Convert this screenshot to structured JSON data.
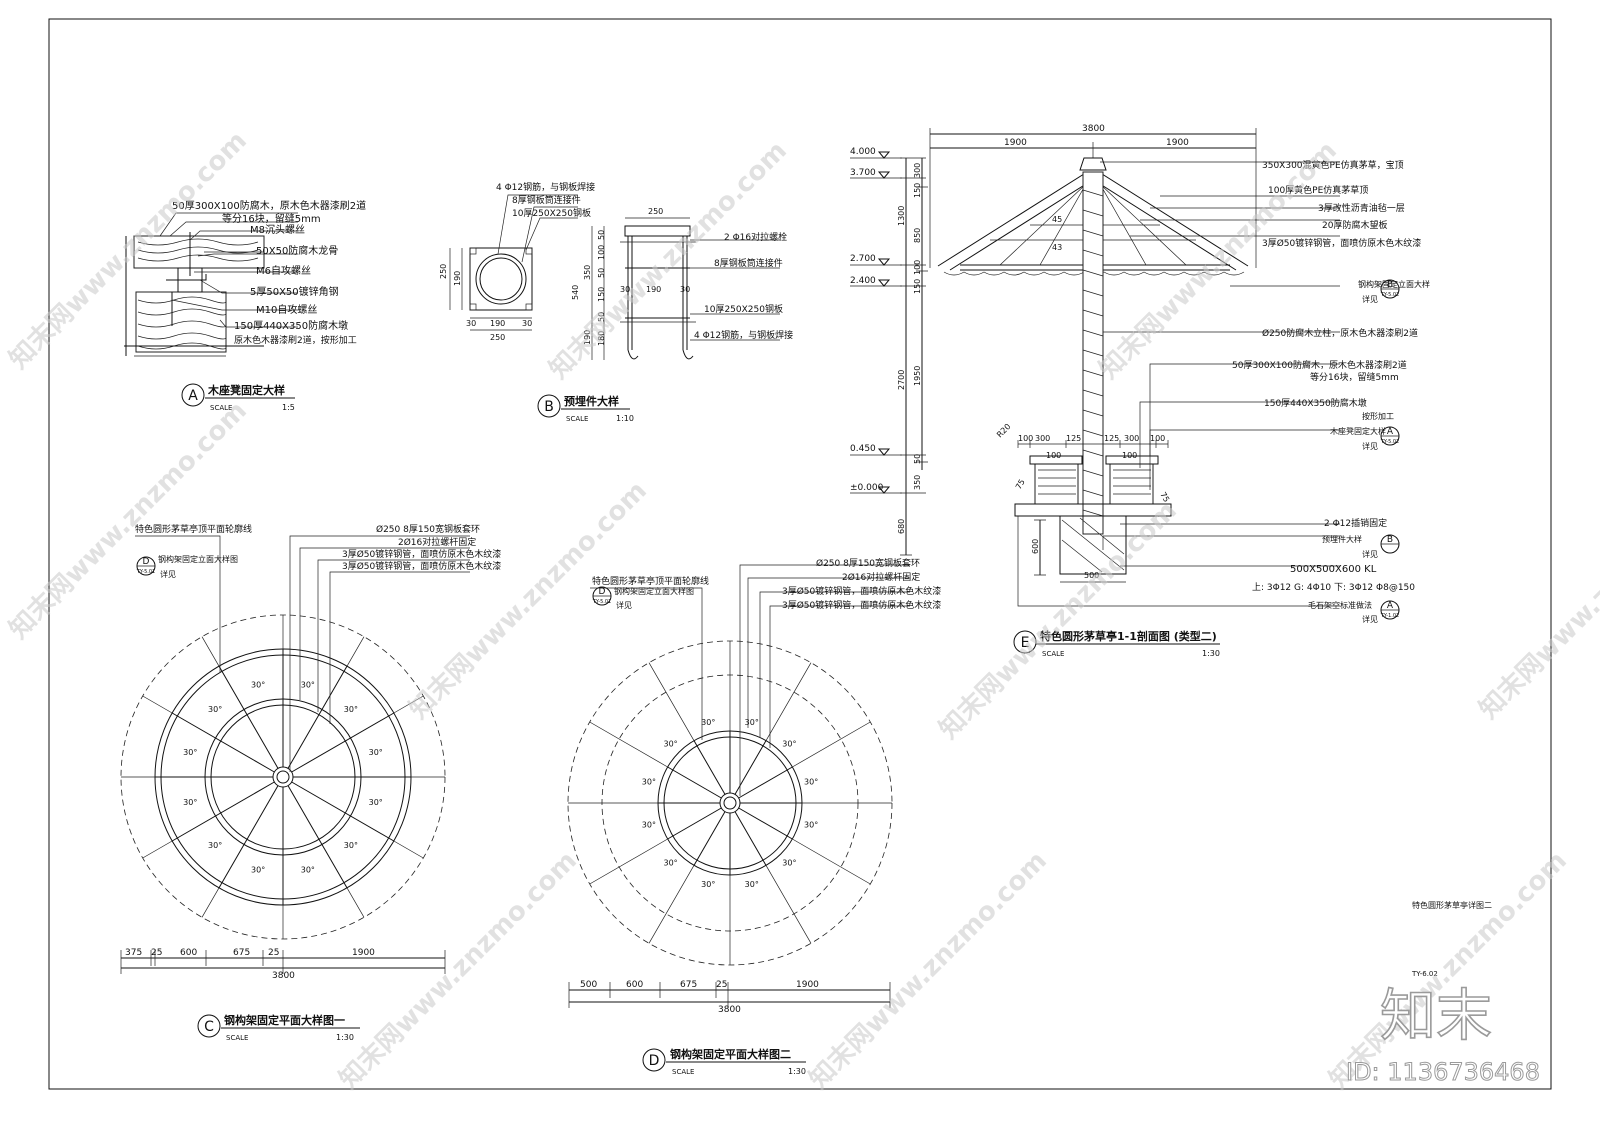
{
  "sheet": {
    "sheet_note": "特色圆形茅草亭详图二",
    "sheet_no": "TY-6.02",
    "site_logo": "知末",
    "image_id_label": "ID: 1136736468",
    "watermark_text": "知末网www.znzmo.com"
  },
  "detail_a": {
    "tag": "A",
    "title": "木座凳固定大样",
    "scale_label": "SCALE",
    "scale": "1:5",
    "notes": [
      "50厚300X100防腐木，原木色木器漆刷2道",
      "等分16块，留缝5mm",
      "M8沉头螺丝",
      "50X50防腐木龙骨",
      "M6自攻螺丝",
      "5厚50X50镀锌角钢",
      "M10自攻螺丝",
      "150厚440X350防腐木墩",
      "原木色木器漆刷2道，按形加工"
    ]
  },
  "detail_b": {
    "tag": "B",
    "title": "预埋件大样",
    "scale_label": "SCALE",
    "scale": "1:10",
    "plan_notes": [
      "4 Φ12钢筋，与钢板焊接",
      "8厚钢板筒连接件",
      "10厚250X250钢板"
    ],
    "plan_dims": [
      "250",
      "190",
      "30",
      "30",
      "190",
      "30",
      "250"
    ],
    "section_notes": [
      "2 Φ16对拉螺栓",
      "8厚钢板筒连接件",
      "10厚250X250钢板",
      "4 Φ12钢筋，与钢板焊接"
    ],
    "section_dims": [
      "250",
      "30",
      "190",
      "30",
      "350",
      "540",
      "190",
      "50",
      "100",
      "50",
      "150",
      "50",
      "180"
    ]
  },
  "detail_c": {
    "tag": "C",
    "title": "钢构架固定平面大样图一",
    "scale_label": "SCALE",
    "scale": "1:30",
    "notes": [
      "特色圆形茅草亭顶平面轮廓线",
      "钢构架固定立面大样图",
      "详见",
      "Ø250 8厚150宽钢板套环",
      "2Ø16对拉螺杆固定",
      "3厚Ø50镀锌钢管，面喷仿原木色木纹漆",
      "3厚Ø50镀锌钢管，面喷仿原木色木纹漆"
    ],
    "ref_tag": "D",
    "ref_sheet": "TY-5.01",
    "angle": "30°",
    "dims": [
      "375",
      "25",
      "600",
      "675",
      "25",
      "1900"
    ],
    "total": "3800"
  },
  "detail_d": {
    "tag": "D",
    "title": "钢构架固定平面大样图二",
    "scale_label": "SCALE",
    "scale": "1:30",
    "notes": [
      "特色圆形茅草亭顶平面轮廓线",
      "钢构架固定立面大样图",
      "详见",
      "Ø250 8厚150宽钢板套环",
      "2Ø16对拉螺杆固定",
      "3厚Ø50镀锌钢管，面喷仿原木色木纹漆",
      "3厚Ø50镀锌钢管，面喷仿原木色木纹漆"
    ],
    "ref_tag": "D",
    "ref_sheet": "TY-5.01",
    "angle": "30°",
    "dims": [
      "500",
      "600",
      "675",
      "25",
      "1900"
    ],
    "total": "3800"
  },
  "detail_e": {
    "tag": "E",
    "title": "特色圆形茅草亭1-1剖面图 (类型二)",
    "scale_label": "SCALE",
    "scale": "1:30",
    "top_dims": [
      "3800",
      "1900",
      "1900"
    ],
    "levels": [
      "4.000",
      "3.700",
      "2.700",
      "2.400",
      "0.450",
      "±0.000"
    ],
    "vert_dims": [
      "300",
      "150",
      "1300",
      "850",
      "100",
      "150",
      "2700",
      "1950",
      "50",
      "350",
      "680",
      "600"
    ],
    "bench_dims": [
      "R20",
      "100",
      "300",
      "125",
      "125",
      "300",
      "100",
      "100",
      "100",
      "75",
      "75",
      "500"
    ],
    "notes": [
      "350X300混黄色PE仿真茅草，宝顶",
      "100厚黄色PE仿真茅草顶",
      "3厚改性沥青油毡一层",
      "20厚防腐木望板",
      "3厚Ø50镀锌钢管，面喷仿原木色木纹漆",
      "钢构架固定立面大样",
      "详见",
      "Ø250防腐木立柱，原木色木器漆刷2道",
      "50厚300X100防腐木，原木色木器漆刷2道",
      "等分16块，留缝5mm",
      "150厚440X350防腐木墩",
      "按形加工",
      "木座凳固定大样",
      "详见",
      "2 Φ12插销固定",
      "预埋件大样",
      "详见",
      "500X500X600 KL",
      "上: 3Φ12 G: 4Φ10 下: 3Φ12 Φ8@150",
      "毛石架空标准做法",
      "详见"
    ],
    "ref_b_tag": "B",
    "ref_b_sheet": "TY-5.02",
    "ref_a_tag": "A",
    "ref_a_sheet": "TY-5.02",
    "ref_a2_tag": "A",
    "ref_a2_sheet": "TY-1.02",
    "angle_45": "45",
    "angle_43": "43"
  }
}
